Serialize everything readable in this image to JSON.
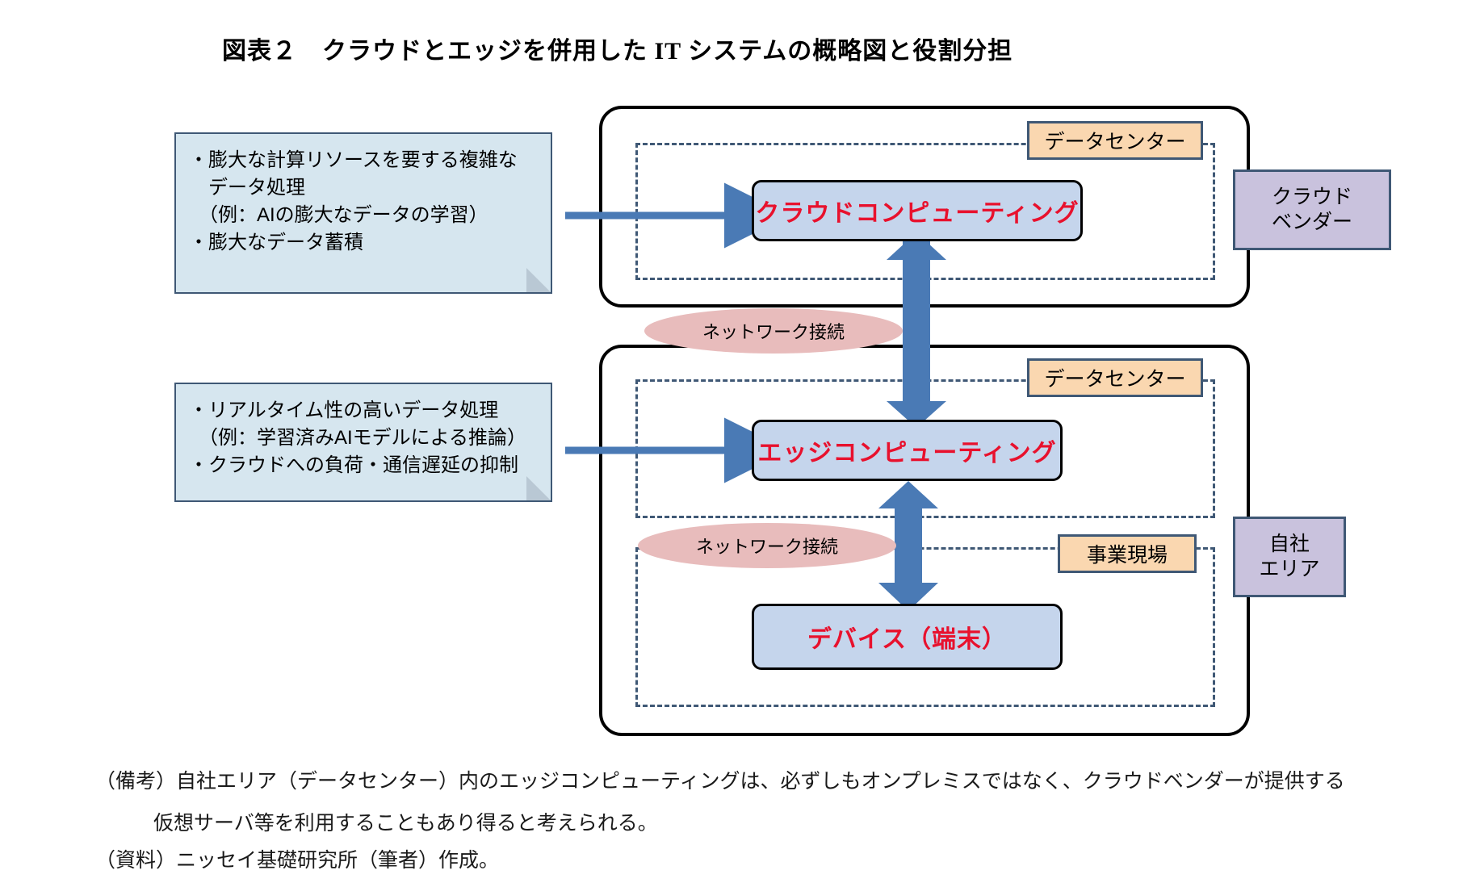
{
  "title": "図表２　クラウドとエッジを併用した IT システムの概略図と役割分担",
  "callouts": {
    "cloud": "・膨大な計算リソースを要する複雑な\n　データ処理\n　（例：AIの膨大なデータの学習）\n・膨大なデータ蓄積",
    "edge": "・リアルタイム性の高いデータ処理\n　（例：学習済みAIモデルによる推論）\n・クラウドへの負荷・通信遅延の抑制"
  },
  "boxes": {
    "cloud": "クラウドコンピューティング",
    "edge": "エッジコンピューティング",
    "device": "デバイス（端末）"
  },
  "tags": {
    "datacenter_cloud": "データセンター",
    "datacenter_edge": "データセンター",
    "site": "事業現場",
    "vendor_line1": "クラウド",
    "vendor_line2": "ベンダー",
    "own_line1": "自社",
    "own_line2": "エリア"
  },
  "connectors": {
    "network_upper": "ネットワーク接続",
    "network_lower": "ネットワーク接続"
  },
  "notes": {
    "remark": "（備考）自社エリア（データセンター）内のエッジコンピューティングは、必ずしもオンプレミスではなく、クラウドベンダーが提供する",
    "remark_cont": "仮想サーバ等を利用することもあり得ると考えられる。",
    "source": "（資料）ニッセイ基礎研究所（筆者）作成。"
  },
  "colors": {
    "box_fill": "#c5d5ec",
    "box_text": "#e8112d",
    "callout_fill": "#d6e6ef",
    "tag_peach": "#fad7b0",
    "tag_purple": "#c9c2dd",
    "ellipse": "#e8bcbc",
    "dashed_border": "#3f5875",
    "arrow": "#4a7ab5"
  }
}
